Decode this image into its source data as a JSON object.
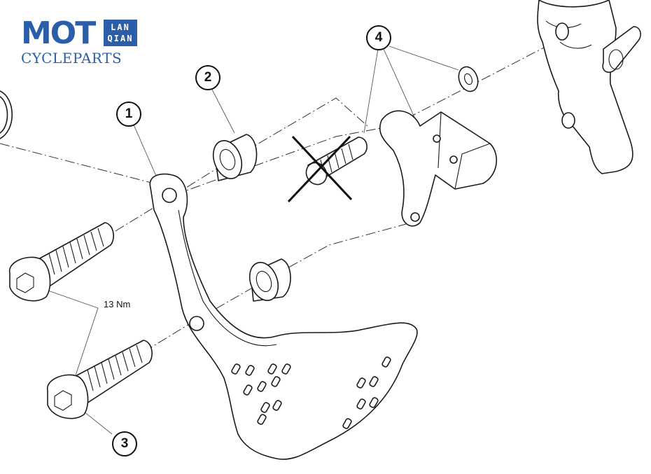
{
  "logo": {
    "brand": "MOT",
    "tag_line1": "LAN",
    "tag_line2": "QIAN",
    "subtitle": "CYCLEPARTS",
    "color": "#2a5ea8"
  },
  "callouts": [
    {
      "number": "1",
      "part": "bracket"
    },
    {
      "number": "2",
      "part": "spacer"
    },
    {
      "number": "3",
      "part": "bolt"
    },
    {
      "number": "4",
      "part": "brake-lever-assembly"
    }
  ],
  "torque_label": "13 Nm"
}
